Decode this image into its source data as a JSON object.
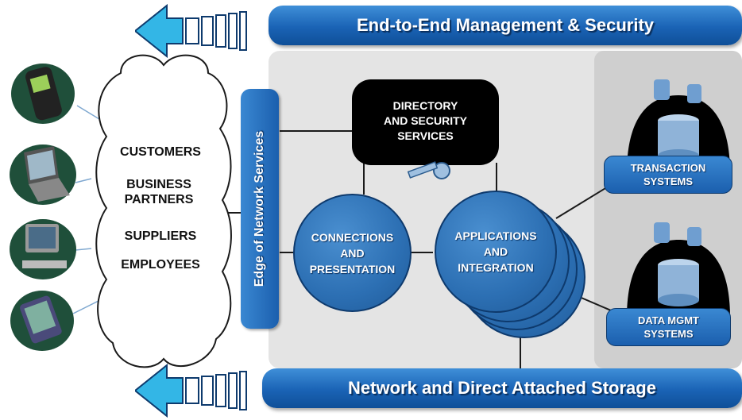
{
  "banners": {
    "top": "End-to-End Management & Security",
    "bottom": "Network and Direct Attached Storage"
  },
  "cloud": {
    "items": [
      "CUSTOMERS",
      "BUSINESS PARTNERS",
      "SUPPLIERS",
      "EMPLOYEES"
    ]
  },
  "edge": {
    "label": "Edge of Network Services"
  },
  "directory": {
    "line1": "DIRECTORY",
    "line2": "AND SECURITY",
    "line3": "SERVICES"
  },
  "connections": {
    "line1": "CONNECTIONS",
    "line2": "AND",
    "line3": "PRESENTATION"
  },
  "applications": {
    "line1": "APPLICATIONS",
    "line2": "AND",
    "line3": "INTEGRATION"
  },
  "transaction": {
    "line1": "TRANSACTION",
    "line2": "SYSTEMS"
  },
  "datamgmt": {
    "line1": "DATA MGMT",
    "line2": "SYSTEMS"
  },
  "devices": [
    "mobile-phone",
    "laptop",
    "desktop-computer",
    "pda"
  ],
  "colors": {
    "accent": "#2c6fb3",
    "arrow": "#33b6e6",
    "panel": "#e4e4e4"
  }
}
